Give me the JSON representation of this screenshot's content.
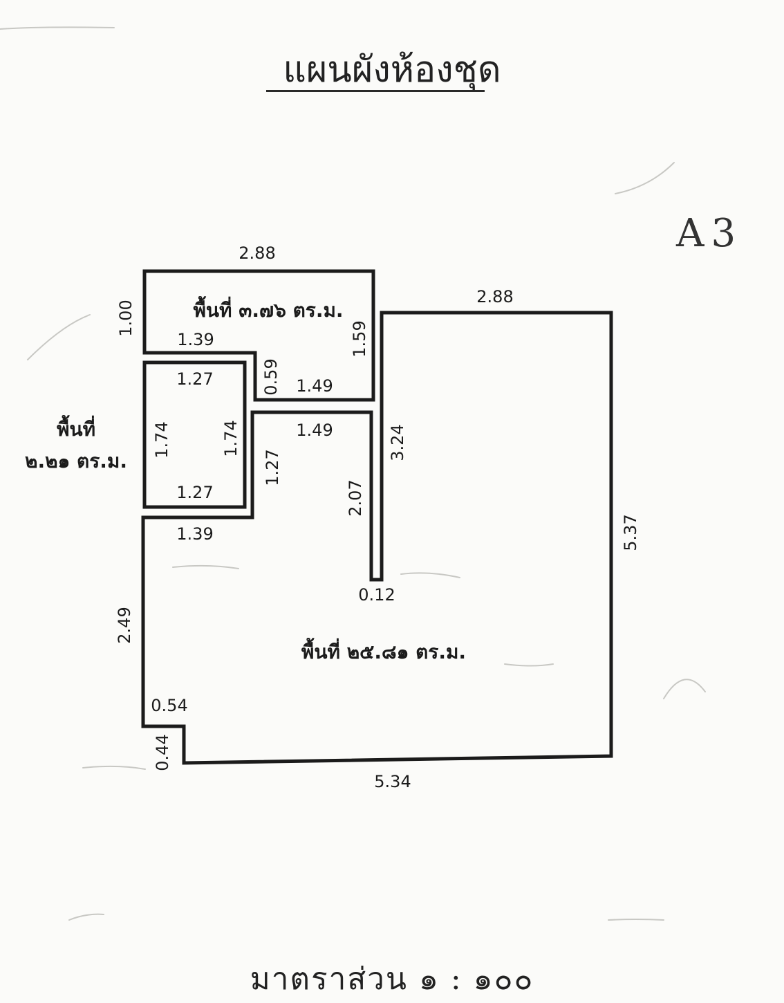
{
  "title": "แผนผังห้องชุด",
  "sheet_label": "A3",
  "scale": "มาตราส่วน ๑ : ๑๐๐",
  "rooms": {
    "upper_area": "พื้นที่ ๓.๗๖ ตร.ม.",
    "left_area_line1": "พื้นที่",
    "left_area_line2": "๒.๒๑ ตร.ม.",
    "main_area": "พื้นที่ ๒๕.๘๑ ตร.ม."
  },
  "dimensions": {
    "upper_top": "2.88",
    "upper_left": "1.00",
    "upper_notch": "1.39",
    "upper_right": "1.59",
    "upper_step": "0.59",
    "upper_bottom": "1.49",
    "left_top": "1.27",
    "left_side_a": "1.74",
    "left_side_b": "1.74",
    "left_bottom": "1.27",
    "corridor_top": "1.49",
    "corridor_left": "1.27",
    "corridor_right": "2.07",
    "wall_right": "3.24",
    "wall_thickness": "0.12",
    "main_top": "2.88",
    "main_right": "5.37",
    "main_notch": "1.39",
    "main_left": "2.49",
    "step_width": "0.54",
    "step_height": "0.44",
    "main_bottom": "5.34"
  }
}
